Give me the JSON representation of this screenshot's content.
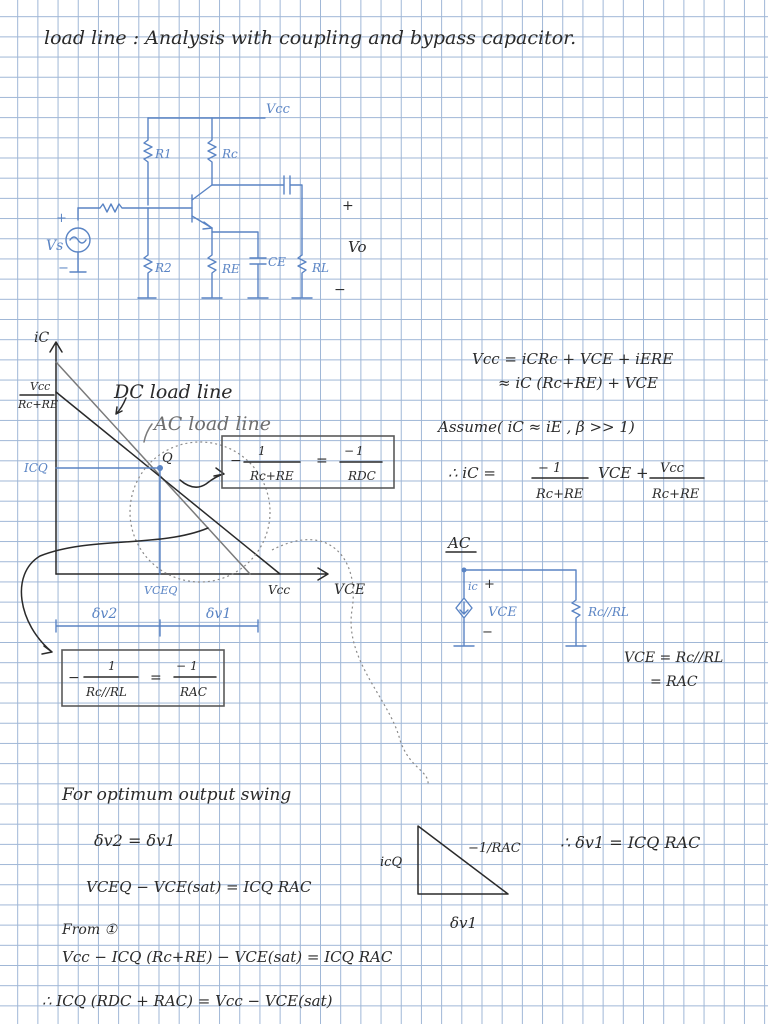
{
  "title": "load line : Analysis with coupling and bypass capacitor.",
  "circuit": {
    "supply": "Vcc",
    "r1": "R1",
    "rc": "Rc",
    "r2": "R2",
    "re": "RE",
    "ce": "CE",
    "rl": "RL",
    "source": "Vs",
    "output": "Vo",
    "plus": "+",
    "minus": "−"
  },
  "graph": {
    "y_axis": "iC",
    "x_axis": "VCE",
    "y_intercept_num": "Vcc",
    "y_intercept_den": "Rc+RE",
    "icq": "ICQ",
    "q": "Q",
    "vceq": "VCEQ",
    "vcc": "Vcc",
    "dc_label": "DC load line",
    "ac_label": "AC load line",
    "dc_slope": {
      "lhs_num": "1",
      "lhs_den": "Rc+RE",
      "rhs_num": "1",
      "rhs_den": "RDC"
    },
    "ac_slope": {
      "lhs_num": "1",
      "lhs_den": "Rc//RL",
      "rhs_num": "1",
      "rhs_den": "RAC"
    },
    "delta_v2": "δv2",
    "delta_v1": "δv1"
  },
  "equations": {
    "kvl_1": "Vcc = iCRc + VCE + iERE",
    "kvl_2": "≈ iC (Rc+RE) + VCE",
    "assume": "Assume( iC ≈ iE , β >> 1)",
    "therefore": "∴ iC =",
    "frac1_num": "− 1",
    "frac1_den": "Rc+RE",
    "mid": "VCE +",
    "frac2_num": "Vcc",
    "frac2_den": "Rc+RE"
  },
  "ac_model": {
    "heading": "AC",
    "ic": "ic",
    "vce": "VCE",
    "resistor": "Rc//RL",
    "plus": "+",
    "minus": "−",
    "eq1": "VCE = Rc//RL",
    "eq2": "= RAC"
  },
  "swing": {
    "heading": "For optimum output swing",
    "line1": "δv2 = δv1",
    "line2": "VCEQ − VCE(sat) = ICQ RAC",
    "from": "From ①",
    "line3": "Vcc − ICQ (Rc+RE) − VCE(sat) = ICQ RAC",
    "line4": "∴ ICQ (RDC + RAC) = Vcc − VCE(sat)",
    "tri_slope": "−1/RAC",
    "tri_side": "icQ",
    "tri_base": "δv1",
    "result": "∴ δv1 = ICQ RAC"
  }
}
